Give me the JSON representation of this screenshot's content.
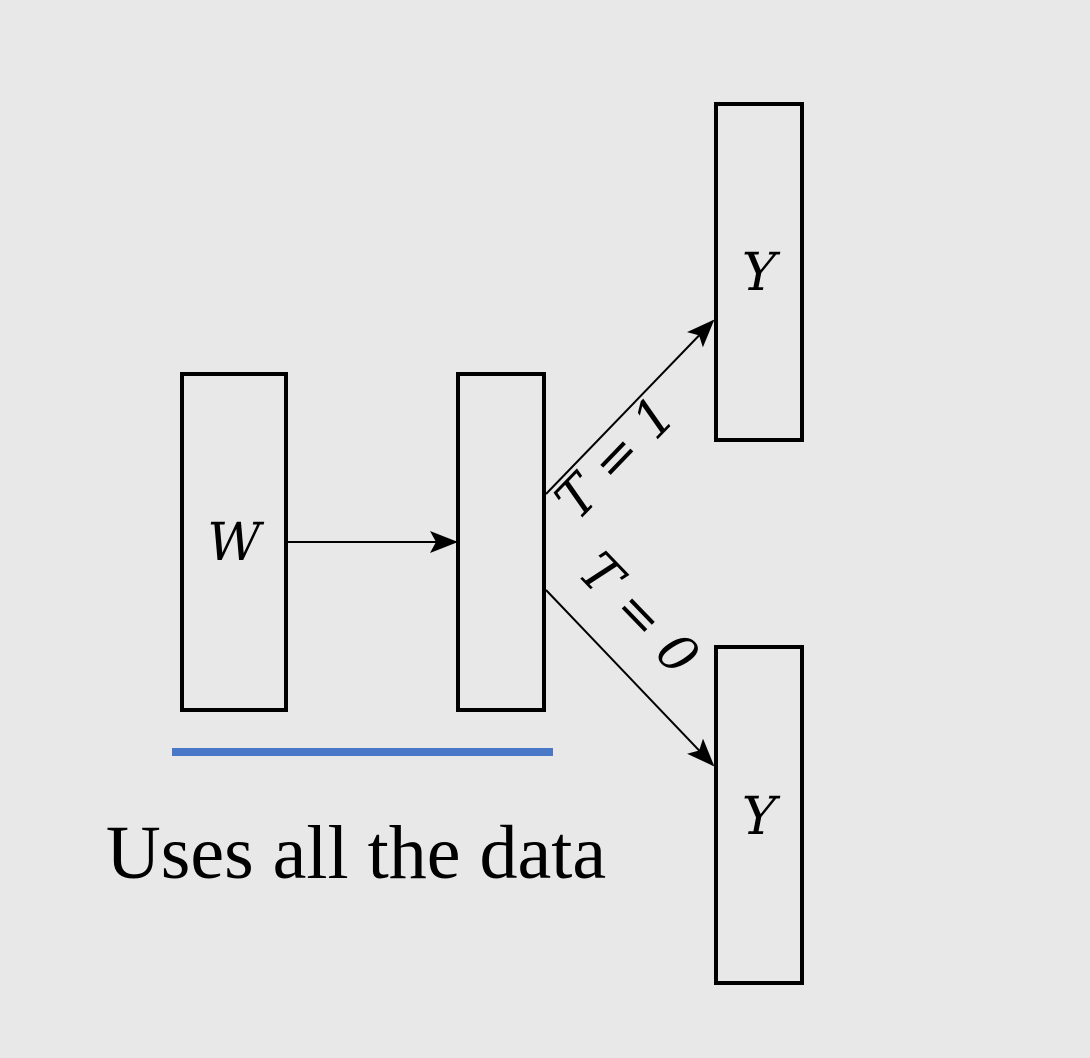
{
  "diagram": {
    "nodes": {
      "w": {
        "label": "W"
      },
      "middle": {
        "label": ""
      },
      "y_top": {
        "label": "Y"
      },
      "y_bottom": {
        "label": "Y"
      }
    },
    "edges": {
      "w_to_middle": {
        "label": ""
      },
      "middle_to_y_top": {
        "label": "T = 1"
      },
      "middle_to_y_bottom": {
        "label": "T = 0"
      }
    },
    "caption": "Uses all the data",
    "colors": {
      "background": "#e8e8e8",
      "stroke": "#000000",
      "underline": "#4a78c8"
    }
  }
}
